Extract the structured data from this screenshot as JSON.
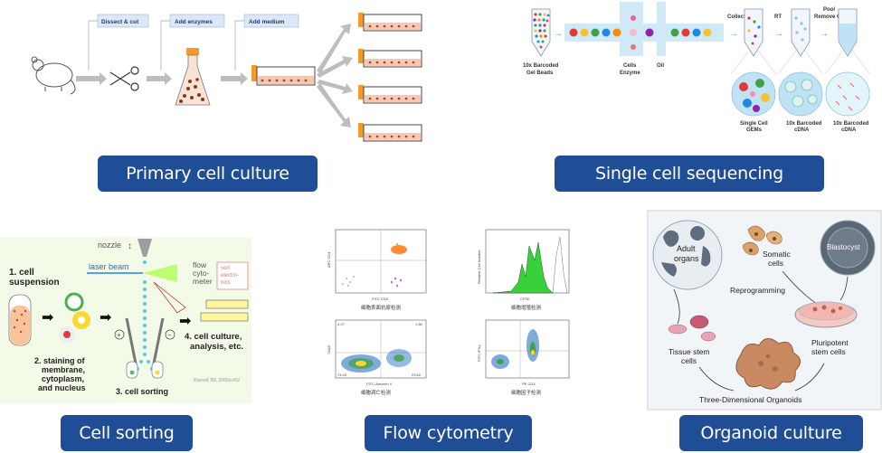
{
  "labels": {
    "primary": "Primary cell culture",
    "single": "Single cell sequencing",
    "sorting": "Cell sorting",
    "flow": "Flow cytometry",
    "organoid": "Organoid culture"
  },
  "primary_panel": {
    "step1": "Dissect & cut",
    "step2": "Add enzymes",
    "step3": "Add medium"
  },
  "sequencing_panel": {
    "beads": "10x Barcoded",
    "beads2": "Gel Beads",
    "cells": "Cells",
    "enzyme": "Enzyme",
    "oil": "Oil",
    "collect": "Collect",
    "rt": "RT",
    "pool": "Pool",
    "remove_oil": "Remove Oil",
    "gems1": "Single Cell",
    "gems2": "GEMs",
    "cdna1a": "10x Barcoded",
    "cdna1b": "cDNA",
    "cdna2a": "10x Barcoded",
    "cdna2b": "cDNA"
  },
  "sorting_panel": {
    "nozzle": "nozzle",
    "laser": "laser beam",
    "flow1": "flow",
    "flow2": "cyto-",
    "flow3": "meter",
    "sort1": "sort",
    "sort2": "electro-",
    "sort3": "nics",
    "s1a": "1. cell",
    "s1b": "suspension",
    "s2a": "2. staining of",
    "s2b": "membrane,",
    "s2c": "cytoplasm,",
    "s2d": "and nucleus",
    "s3": "3. cell sorting",
    "s4a": "4. cell culture,",
    "s4b": "analysis, etc.",
    "credit": "Elwood JW, 2000ccr02"
  },
  "flow_panel": {
    "cap1": "细胞表面抗原检测",
    "cap2": "细胞增殖检测",
    "cap3": "细胞凋亡检测",
    "cap4": "细胞因子检测",
    "xl1": "FITC CD3",
    "xl2": "CFSE",
    "xl3": "FITC-Annexin V",
    "xl4": "PE CD3",
    "yl1": "APC CD4",
    "yl2": "Relative Cell Number",
    "yl3": "7AAD",
    "yl4": "FITC IFNγ",
    "q1": "0.27",
    "q2": "1.80",
    "q3": "74.00",
    "q4": "23.82"
  },
  "organoid_panel": {
    "adult1": "Adult",
    "adult2": "organs",
    "somatic1": "Somatic",
    "somatic2": "cells",
    "blastocyst": "Blastocyst",
    "reprogramming": "Reprogramming",
    "tissue1": "Tissue stem",
    "tissue2": "cells",
    "plur1": "Pluripotent",
    "plur2": "stem cells",
    "tdo": "Three-Dimensional Organoids"
  }
}
